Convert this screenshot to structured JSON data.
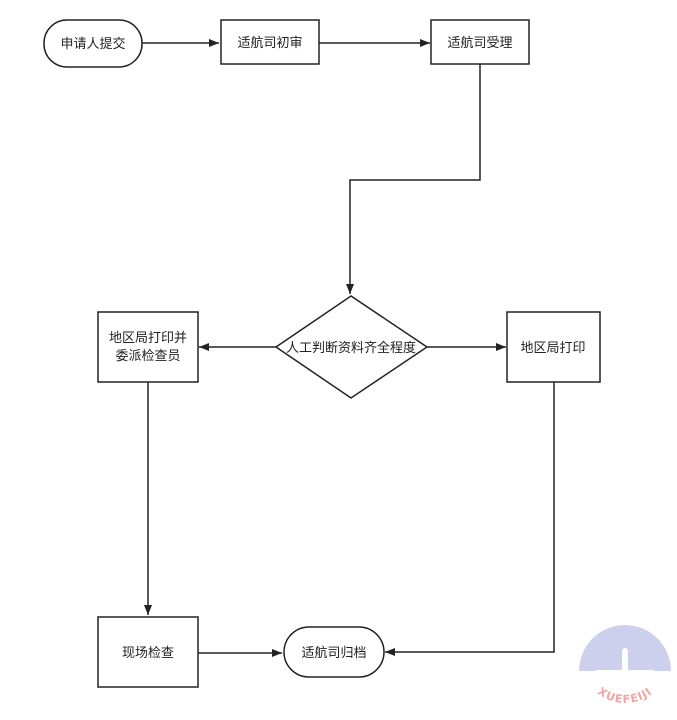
{
  "nodes": {
    "submit": "申请人提交",
    "prelim_review": "适航司初审",
    "accept": "适航司受理",
    "decision": "人工判断资料齐全程度",
    "left_line1": "地区局打印并",
    "left_line2": "委派检查员",
    "right": "地区局打印",
    "inspection": "现场检查",
    "archive": "适航司归档"
  },
  "watermark": {
    "text": "XUEFEIJI",
    "colors": {
      "disc": "#cdd0ec",
      "letters": "#f2a3a3"
    }
  },
  "colors": {
    "stroke": "#222222",
    "text": "#222222",
    "background": "#ffffff"
  }
}
